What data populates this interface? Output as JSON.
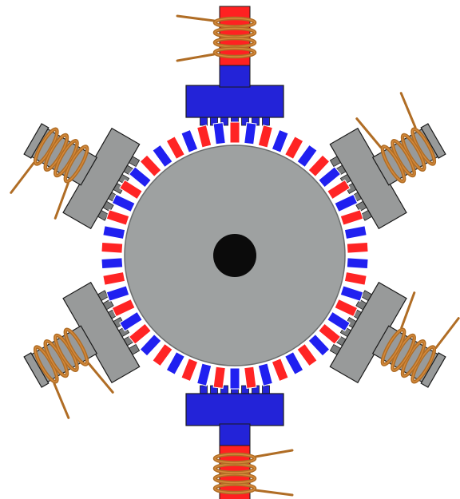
{
  "diagram": {
    "subject": "stepper-motor",
    "pole_count": 6,
    "rotor_magnet_count": 50,
    "colors": {
      "background": "#ffffff",
      "stator_gray": "#989a9a",
      "stator_dark": "#7a7c7c",
      "rotor_gray": "#9ea1a1",
      "rotor_outline": "#6b6e6e",
      "shaft": "#0b0b0b",
      "magnet_red": "#ff2424",
      "magnet_blue": "#2020f0",
      "energized_pole": "#2323d8",
      "energized_core_red": "#ff2121",
      "coil_copper": "#b06d25",
      "coil_highlight": "#d58a3c",
      "outline": "#1a1a1a"
    },
    "energized_poles": [
      "top",
      "bottom"
    ],
    "icons": {
      "rotor": "rotor-icon",
      "shaft": "shaft-icon",
      "coil": "coil-icon"
    }
  }
}
